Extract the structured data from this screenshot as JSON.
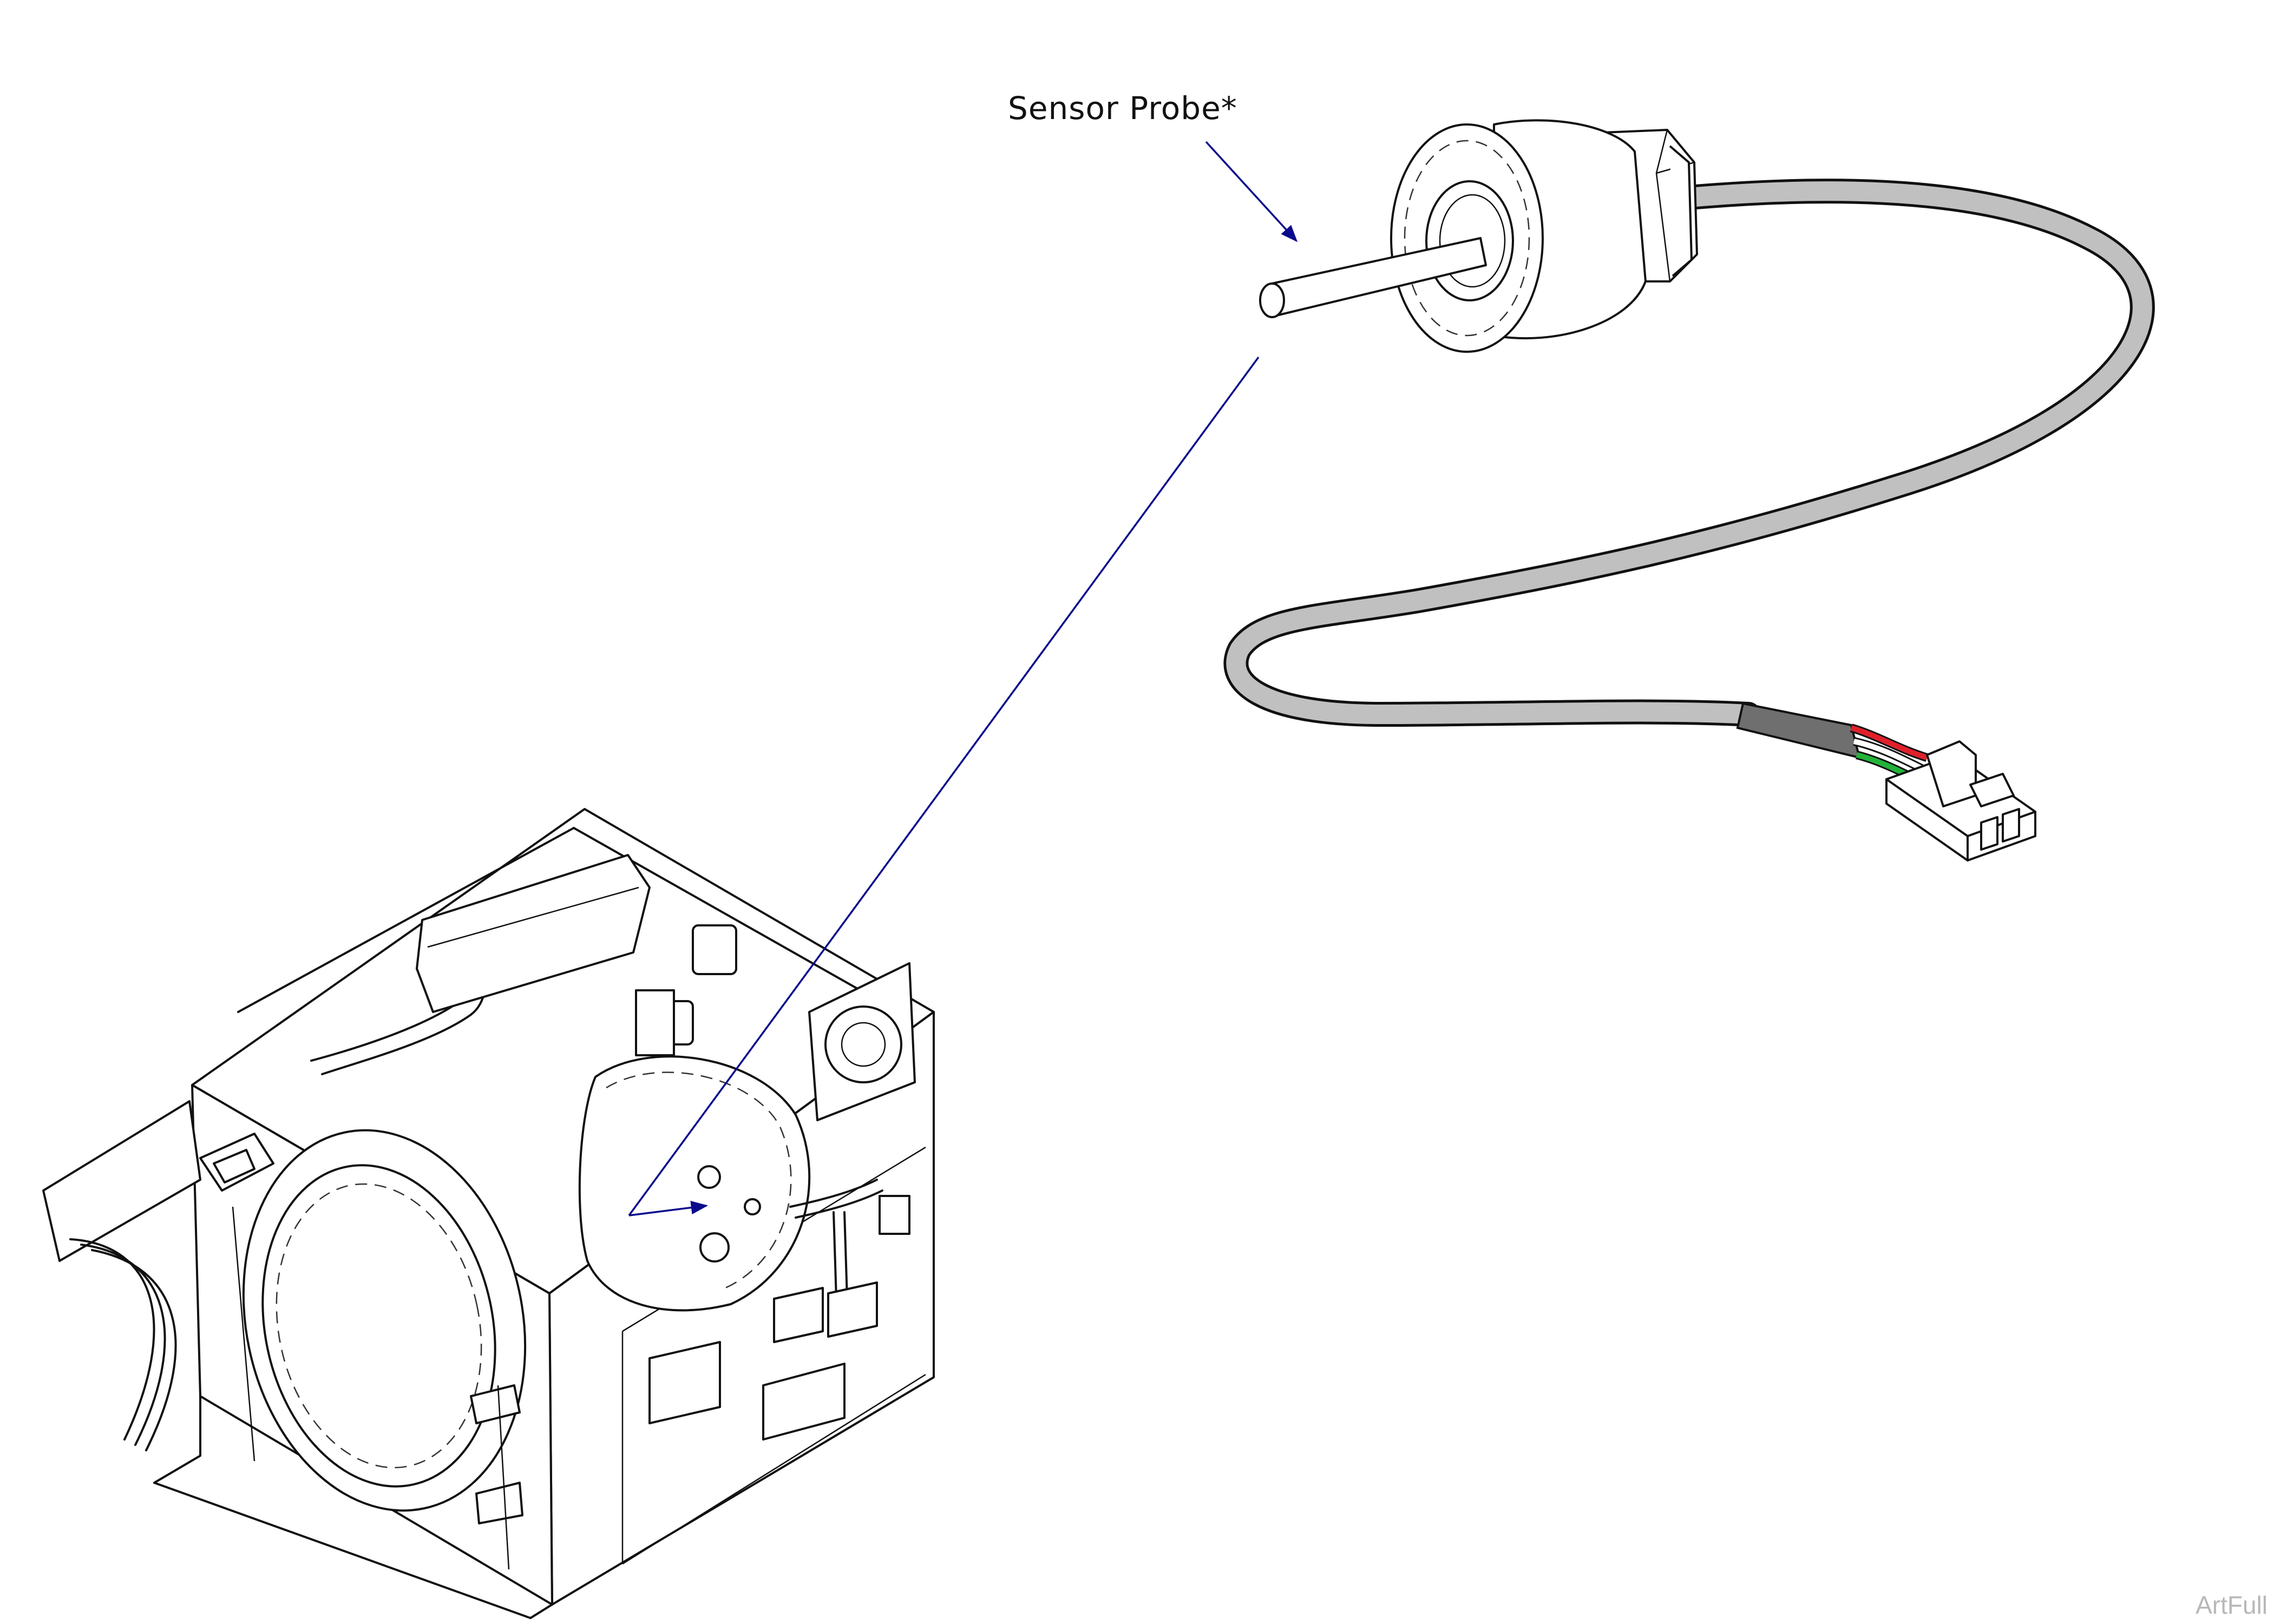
{
  "callout": {
    "label": "Sensor Probe*"
  },
  "watermark": "ArtFull",
  "colors": {
    "leader": "#0a0a8c",
    "cable": "#c0c0c0",
    "sleeve": "#6f6f6f",
    "wire_red": "#e0202a",
    "wire_green": "#22b33a",
    "wire_white": "#ffffff"
  },
  "icons": {
    "arrow": "arrowhead"
  }
}
